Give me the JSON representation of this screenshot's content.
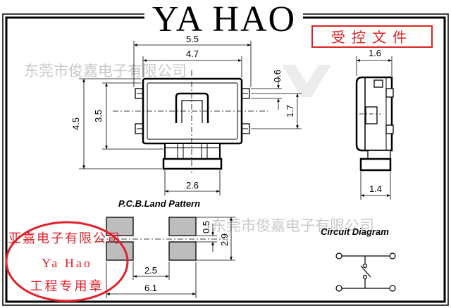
{
  "header": {
    "brand": "YA HAO",
    "stamp_label": "受控文件"
  },
  "watermark": {
    "text": "东莞市俊嘉电子有限公司",
    "color": "#c8c8c8"
  },
  "top_view": {
    "dim_overall_width": "5.5",
    "dim_body_width": "4.7",
    "dim_overall_height": "4.5",
    "dim_body_height": "3.5",
    "dim_terminal_width": "0.6",
    "dim_terminal_pitch": "1.7",
    "dim_actuator_width": "2.6"
  },
  "side_view": {
    "dim_depth": "1.6",
    "dim_actuator_depth": "1.4"
  },
  "pcb": {
    "title": "P.C.B.Land Pattern",
    "dim_pad_height": "0.5",
    "dim_pad_span": "2.9",
    "dim_inner_gap": "2.5",
    "dim_outer_span": "6.1"
  },
  "circuit": {
    "title": "Circuit Diagram"
  },
  "seal": {
    "company": "亚嘉电子有限公司",
    "name_en": "Ya Hao",
    "purpose": "工程专用章",
    "color": "#e0202a"
  }
}
